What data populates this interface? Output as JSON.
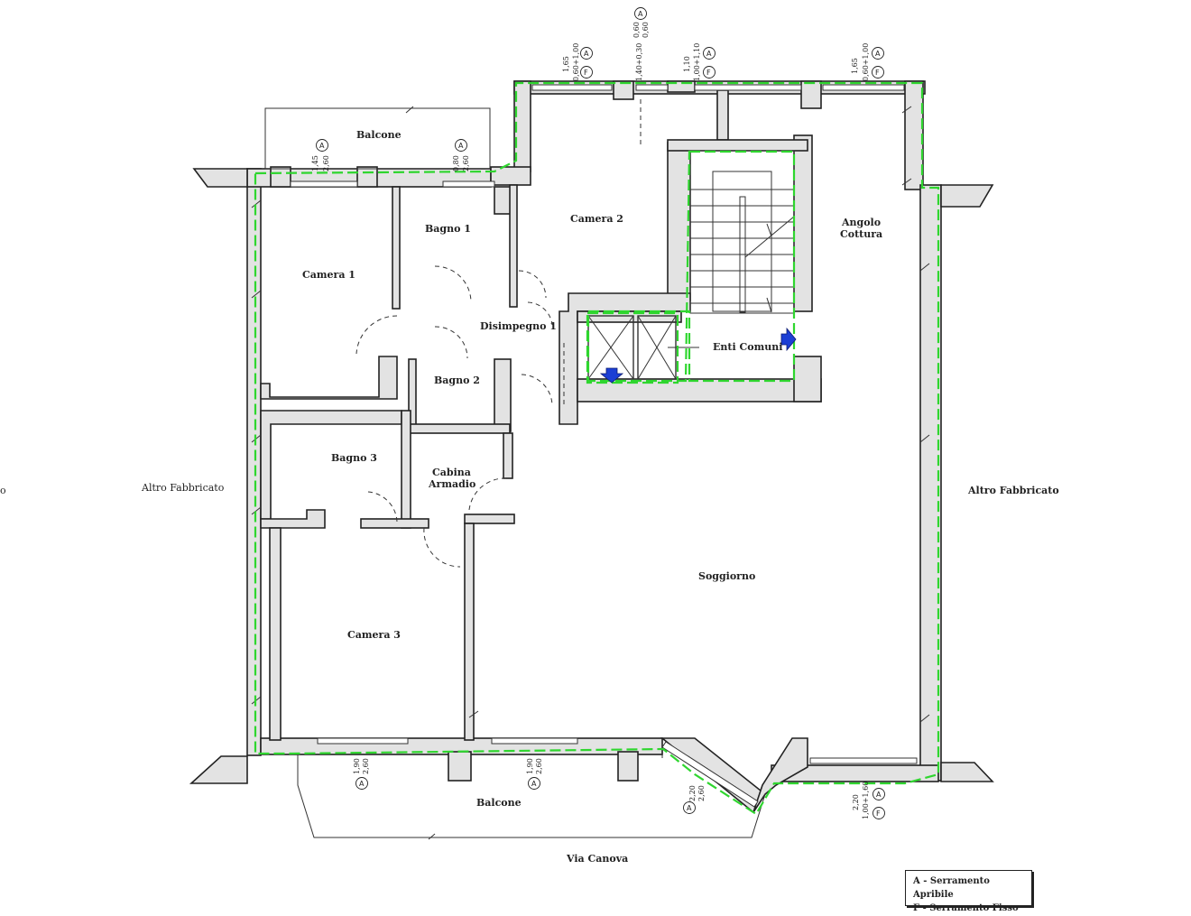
{
  "rooms": {
    "balcone_top": "Balcone",
    "camera1": "Camera 1",
    "bagno1": "Bagno 1",
    "camera2": "Camera 2",
    "angolo_line1": "Angolo",
    "angolo_line2": "Cottura",
    "disimpegno": "Disimpegno 1",
    "bagno2": "Bagno 2",
    "enti_comuni": "Enti Comuni",
    "bagno3": "Bagno 3",
    "cabina_line1": "Cabina",
    "cabina_line2": "Armadio",
    "soggiorno": "Soggiorno",
    "camera3": "Camera 3",
    "balcone_bottom": "Balcone"
  },
  "context": {
    "altro_left": "Altro Fabbricato",
    "altro_right": "Altro Fabbricato",
    "left_edge_fragment": "o",
    "street": "Via Canova"
  },
  "markers": {
    "apribile": "A",
    "fisso": "F"
  },
  "dimensions": {
    "top_left_h": "1,65",
    "top_left_w": "0,60+1,00",
    "top_mid_a": "0,60",
    "top_mid_b": "0,60",
    "top_mid_sep": "1,40+0,30",
    "top_mid2_h": "1,10",
    "top_mid2_w": "1,00+1,10",
    "top_right_h": "1,65",
    "top_right_w": "0,60+1,00",
    "balc_left_h": "1,45",
    "balc_left_w": "2,60",
    "balc_right_h": "0,80",
    "balc_right_w": "2,60",
    "bot_left_h": "1,90",
    "bot_left_w": "2,60",
    "bot_mid_h": "1,90",
    "bot_mid_w": "2,60",
    "bot_diag_h": "2,20",
    "bot_diag_w": "2,60",
    "bot_right_h": "2,20",
    "bot_right_w": "1,00+1,60"
  },
  "legend": {
    "line1": "A - Serramento Apribile",
    "line2": "F - Serramento Fisso"
  },
  "colors": {
    "boundary": "#2fd62f",
    "arrow": "#1c3fd4",
    "wall_fill": "#e3e3e3"
  }
}
